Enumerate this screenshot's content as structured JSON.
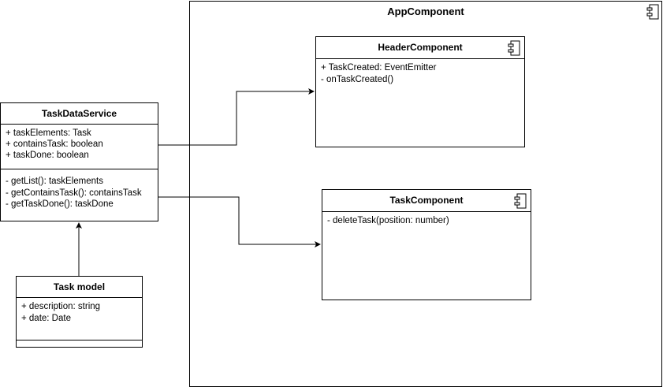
{
  "app": {
    "title": "AppComponent"
  },
  "header_component": {
    "title": "HeaderComponent",
    "members": [
      "+ TaskCreated: EventEmitter",
      "- onTaskCreated()"
    ]
  },
  "task_component": {
    "title": "TaskComponent",
    "members": [
      "- deleteTask(position: number)"
    ]
  },
  "task_data_service": {
    "title": "TaskDataService",
    "attributes": [
      "+ taskElements: Task",
      "+ containsTask: boolean",
      "+ taskDone: boolean"
    ],
    "methods": [
      "- getList(): taskElements",
      "- getContainsTask(): containsTask",
      "- getTaskDone(): taskDone"
    ]
  },
  "task_model": {
    "title": "Task model",
    "attributes": [
      "+ description: string",
      "+ date: Date"
    ]
  },
  "icons": {
    "component": "uml-component-icon"
  }
}
